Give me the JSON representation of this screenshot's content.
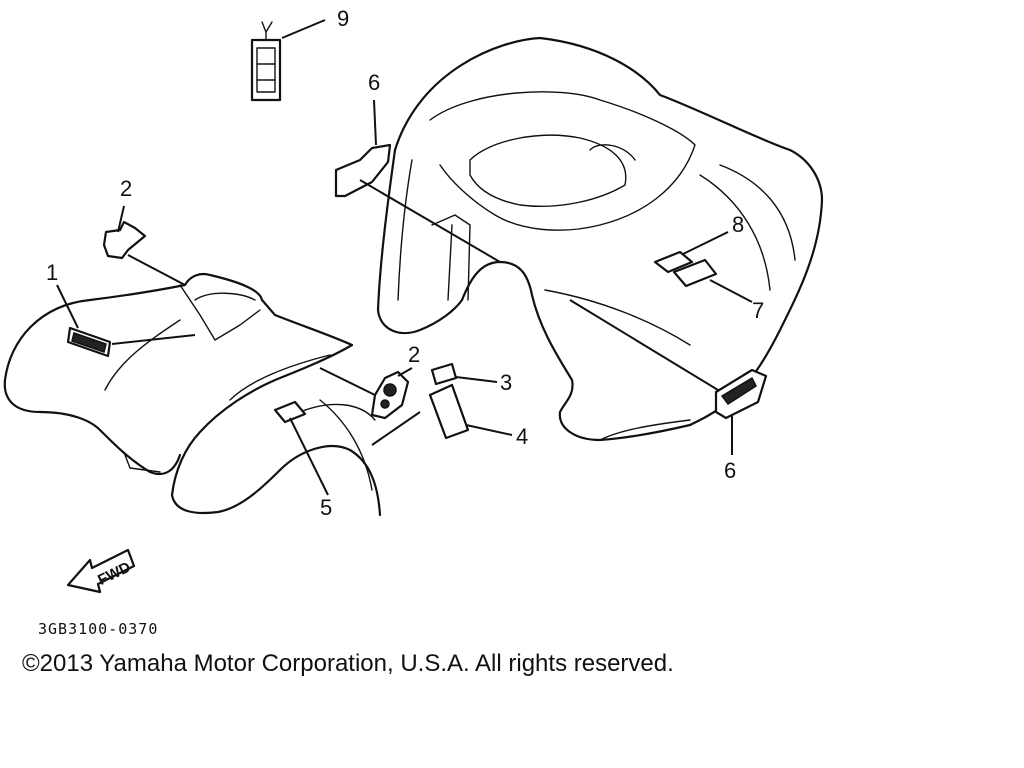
{
  "callouts": [
    {
      "id": "1",
      "text": "1"
    },
    {
      "id": "2a",
      "text": "2"
    },
    {
      "id": "2b",
      "text": "2"
    },
    {
      "id": "3",
      "text": "3"
    },
    {
      "id": "4",
      "text": "4"
    },
    {
      "id": "5",
      "text": "5"
    },
    {
      "id": "6a",
      "text": "6"
    },
    {
      "id": "6b",
      "text": "6"
    },
    {
      "id": "7",
      "text": "7"
    },
    {
      "id": "8",
      "text": "8"
    },
    {
      "id": "9",
      "text": "9"
    }
  ],
  "fwd_label": "FWD",
  "part_code": "3GB3100-0370",
  "copyright": "©2013 Yamaha Motor Corporation, U.S.A. All rights reserved."
}
